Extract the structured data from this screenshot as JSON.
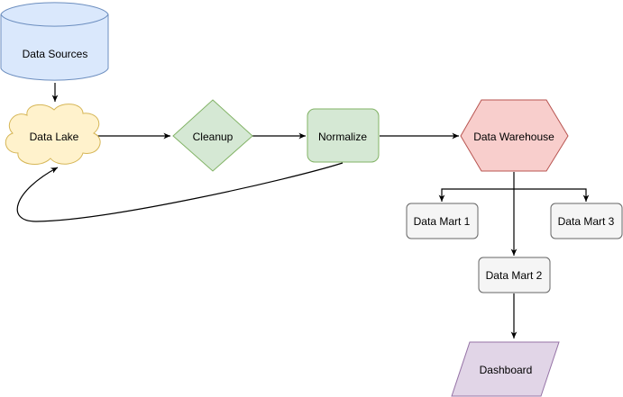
{
  "diagram": {
    "nodes": {
      "data_sources": {
        "label": "Data Sources",
        "fill": "#dae8fc",
        "stroke": "#6c8ebf"
      },
      "data_lake": {
        "label": "Data Lake",
        "fill": "#fff2cc",
        "stroke": "#d6b656"
      },
      "cleanup": {
        "label": "Cleanup",
        "fill": "#d5e8d4",
        "stroke": "#82b366"
      },
      "normalize": {
        "label": "Normalize",
        "fill": "#d5e8d4",
        "stroke": "#82b366"
      },
      "data_warehouse": {
        "label": "Data Warehouse",
        "fill": "#f8cecc",
        "stroke": "#b85450"
      },
      "data_mart_1": {
        "label": "Data Mart 1",
        "fill": "#f5f5f5",
        "stroke": "#666666"
      },
      "data_mart_2": {
        "label": "Data Mart 2",
        "fill": "#f5f5f5",
        "stroke": "#666666"
      },
      "data_mart_3": {
        "label": "Data Mart 3",
        "fill": "#f5f5f5",
        "stroke": "#666666"
      },
      "dashboard": {
        "label": "Dashboard",
        "fill": "#e1d5e7",
        "stroke": "#9673a6"
      }
    },
    "edges": [
      {
        "from": "data_sources",
        "to": "data_lake"
      },
      {
        "from": "data_lake",
        "to": "cleanup"
      },
      {
        "from": "cleanup",
        "to": "normalize"
      },
      {
        "from": "normalize",
        "to": "data_warehouse"
      },
      {
        "from": "normalize",
        "to": "data_lake"
      },
      {
        "from": "data_warehouse",
        "to": "data_mart_1"
      },
      {
        "from": "data_warehouse",
        "to": "data_mart_2"
      },
      {
        "from": "data_warehouse",
        "to": "data_mart_3"
      },
      {
        "from": "data_mart_2",
        "to": "dashboard"
      }
    ]
  }
}
